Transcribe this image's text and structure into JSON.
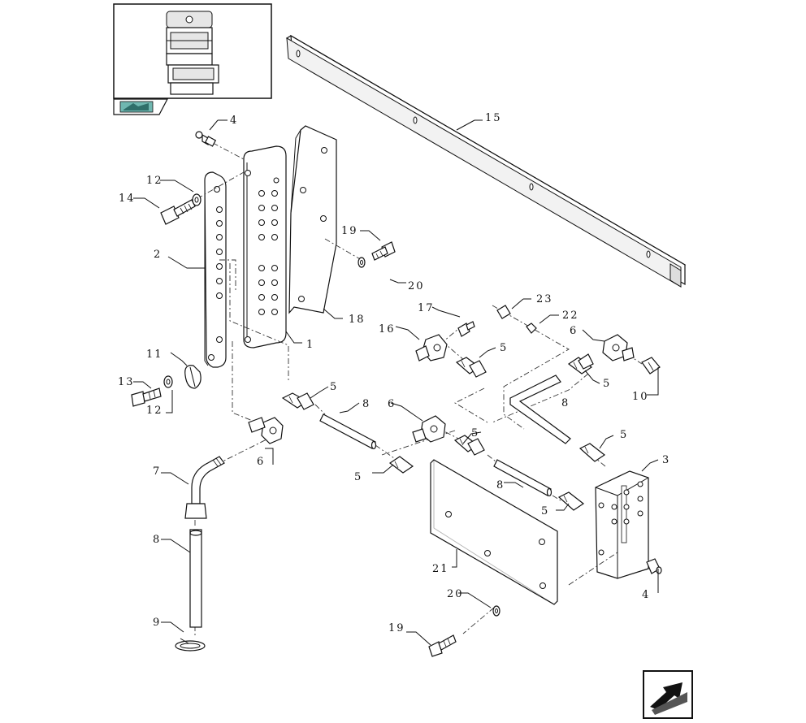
{
  "callouts": {
    "c1": "1",
    "c2": "2",
    "c3": "3",
    "c4a": "4",
    "c4b": "4",
    "c5a": "5",
    "c5b": "5",
    "c5c": "5",
    "c5d": "5",
    "c5e": "5",
    "c5f": "5",
    "c5g": "5",
    "c6a": "6",
    "c6b": "6",
    "c6c": "6",
    "c7": "7",
    "c8a": "8",
    "c8b": "8",
    "c8c": "8",
    "c8d": "8",
    "c9": "9",
    "c10": "10",
    "c11": "11",
    "c12a": "12",
    "c12b": "12",
    "c13": "13",
    "c14": "14",
    "c15": "15",
    "c16": "16",
    "c17": "17",
    "c18": "18",
    "c19a": "19",
    "c19b": "19",
    "c20a": "20",
    "c20b": "20",
    "c21": "21",
    "c22": "22",
    "c23": "23"
  },
  "icons": {
    "overview": "assembly-overview-thumbnail",
    "bookmark": "book-icon",
    "next": "next-page-arrow-icon"
  }
}
